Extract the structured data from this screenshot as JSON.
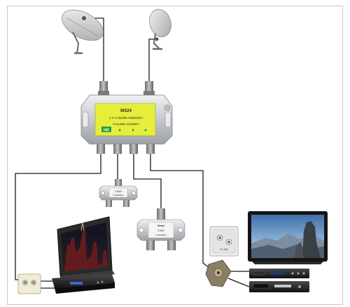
{
  "multiswitch": {
    "model": "MS24",
    "description": "2 X 4 Satellite Multiswitch",
    "freq": "Freq:950~2150MHz",
    "brand": "HD"
  },
  "splitter_small": {
    "line1": "2 WAY",
    "line2": "5-2400MHz"
  },
  "splitter_large": {
    "brand": "Smart",
    "line1": "2 WAY",
    "line2": "5-2400MHz"
  },
  "wall_plate_left": {
    "label": ""
  },
  "wall_plate_right": {
    "label": "TV SAT"
  },
  "colors": {
    "multiswitch_face": "#e6ee3c",
    "metal": "#c9ccd0",
    "connector": "#8e8e8e",
    "cable": "#1a1a1a",
    "dish": "#d9d9d9",
    "screen_dark": "#151a24",
    "screen_sky": "#5f88b8"
  }
}
